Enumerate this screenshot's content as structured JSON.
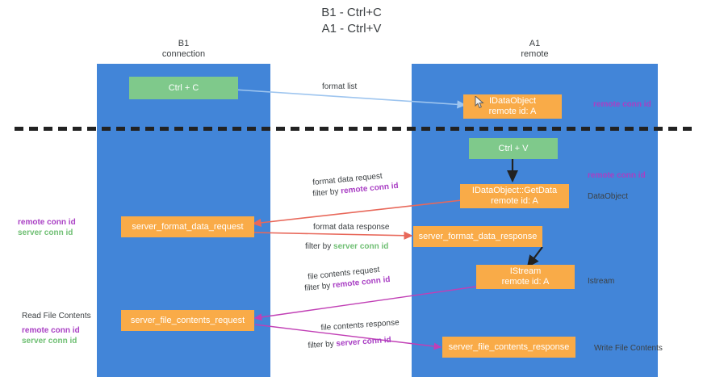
{
  "title": {
    "line1": "B1 - Ctrl+C",
    "line2": "A1 - Ctrl+V"
  },
  "colors": {
    "column": "#4285d8",
    "green_node": "#7fc98b",
    "orange_node": "#f9ab48",
    "remote_conn_id": "#a93fc4",
    "server_conn_id": "#6fbf73",
    "arrow_blue": "#9ec5ef",
    "arrow_red": "#e8685a",
    "arrow_magenta": "#c13fb5",
    "arrow_black": "#222222",
    "divider": "#222222"
  },
  "columns": [
    {
      "id": "b1",
      "title": "B1",
      "subtitle": "connection"
    },
    {
      "id": "a1",
      "title": "A1",
      "subtitle": "remote"
    }
  ],
  "nodes": {
    "ctrl_c": {
      "line1": "Ctrl + C",
      "line2": "",
      "style": "green"
    },
    "idataobject": {
      "line1": "IDataObject",
      "line2": "remote id: A",
      "style": "orange"
    },
    "ctrl_v": {
      "line1": "Ctrl + V",
      "line2": "",
      "style": "green"
    },
    "getdata": {
      "line1": "IDataObject::GetData",
      "line2": "remote id: A",
      "style": "orange"
    },
    "server_format_data_request": {
      "line1": "server_format_data_request",
      "line2": "",
      "style": "orange"
    },
    "server_format_data_response": {
      "line1": "server_format_data_response",
      "line2": "",
      "style": "orange"
    },
    "istream": {
      "line1": "IStream",
      "line2": "remote id: A",
      "style": "orange"
    },
    "server_file_contents_request": {
      "line1": "server_file_contents_request",
      "line2": "",
      "style": "orange"
    },
    "server_file_contents_response": {
      "line1": "server_file_contents_response",
      "line2": "",
      "style": "orange"
    }
  },
  "edge_labels": {
    "format_list": "format list",
    "format_data_request": "format data request",
    "format_data_request_filter_prefix": "filter by ",
    "format_data_request_filter_value": "remote conn id",
    "format_data_response": "format data response",
    "format_data_response_filter_prefix": "filter by ",
    "format_data_response_filter_value": "server conn id",
    "file_contents_request": "file contents request",
    "file_contents_request_filter_prefix": "filter by ",
    "file_contents_request_filter_value": "remote conn id",
    "file_contents_response": "file contents response",
    "file_contents_response_filter_prefix": "filter by ",
    "file_contents_response_filter_value": "server conn id"
  },
  "side_labels": {
    "right_remote_conn_id_top": "remote conn id",
    "right_remote_conn_id_mid": "remote conn id",
    "right_dataobject": "DataObject",
    "right_istream": "Istream",
    "right_write_file_contents": "Write File Contents",
    "left_remote_conn_id_mid": "remote conn id",
    "left_server_conn_id_mid": "server conn id",
    "left_read_file_contents": "Read File Contents",
    "left_remote_conn_id_bottom": "remote conn id",
    "left_server_conn_id_bottom": "server conn id"
  },
  "icons": {
    "cursor": "mouse-cursor-icon"
  }
}
